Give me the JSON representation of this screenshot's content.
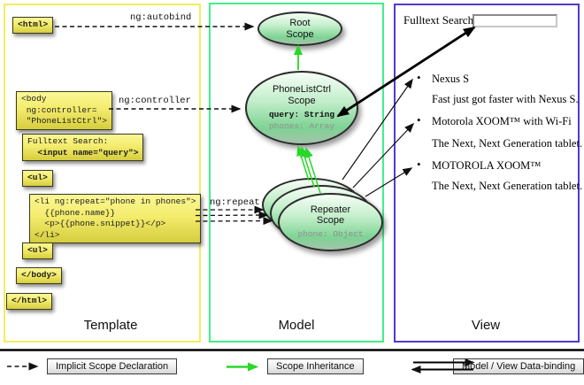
{
  "colors": {
    "template_border": "#f2ee5c",
    "model_border": "#43ef8d",
    "view_border": "#5438d0",
    "code_box_yellow": "#e9e25a",
    "scope_fill_green": "#7ed394",
    "inheritance_arrow_green": "#28d829",
    "muted_prop_gray": "#8f8f8f"
  },
  "columns": {
    "template": "Template",
    "model": "Model",
    "view": "View"
  },
  "template": {
    "html_open": "<html>",
    "body_open": "<body\n ng:controller=\n \"PhoneListCtrl\">",
    "fulltext_label": "Fulltext Search:",
    "fulltext_input": "  <input name=\"query\">",
    "ul_open": "<ul>",
    "li_repeat": "<li ng:repeat=\"phone in phones\">\n  {{phone.name}}\n  <p>{{phone.snippet}}</p>\n</li>",
    "ul_close": "<ul>",
    "body_close": "</body>",
    "html_close": "</html>",
    "labels": {
      "autobind": "ng:autobind",
      "controller": "ng:controller",
      "repeat": "ng:repeat"
    }
  },
  "model": {
    "root_scope_title": "Root\nScope",
    "phonelist_title": "PhoneListCtrl\nScope",
    "phonelist_query": "query: String",
    "phonelist_phones": "phones: Array",
    "repeater_title": "Repeater\nScope",
    "repeater_phone": "phone: Object"
  },
  "view": {
    "fulltext_label": "Fulltext Search:",
    "search_value": "",
    "bullet": "•",
    "items": [
      {
        "title": "Nexus S",
        "desc": "Fast just got faster with Nexus S."
      },
      {
        "title": "Motorola XOOM™ with Wi-Fi",
        "desc": "The Next, Next Generation tablet."
      },
      {
        "title": "MOTOROLA XOOM™",
        "desc": "The Next, Next Generation tablet."
      }
    ]
  },
  "legend": {
    "implicit": "Implicit Scope Declaration",
    "inheritance": "Scope Inheritance",
    "binding": "Model / View Data-binding"
  }
}
